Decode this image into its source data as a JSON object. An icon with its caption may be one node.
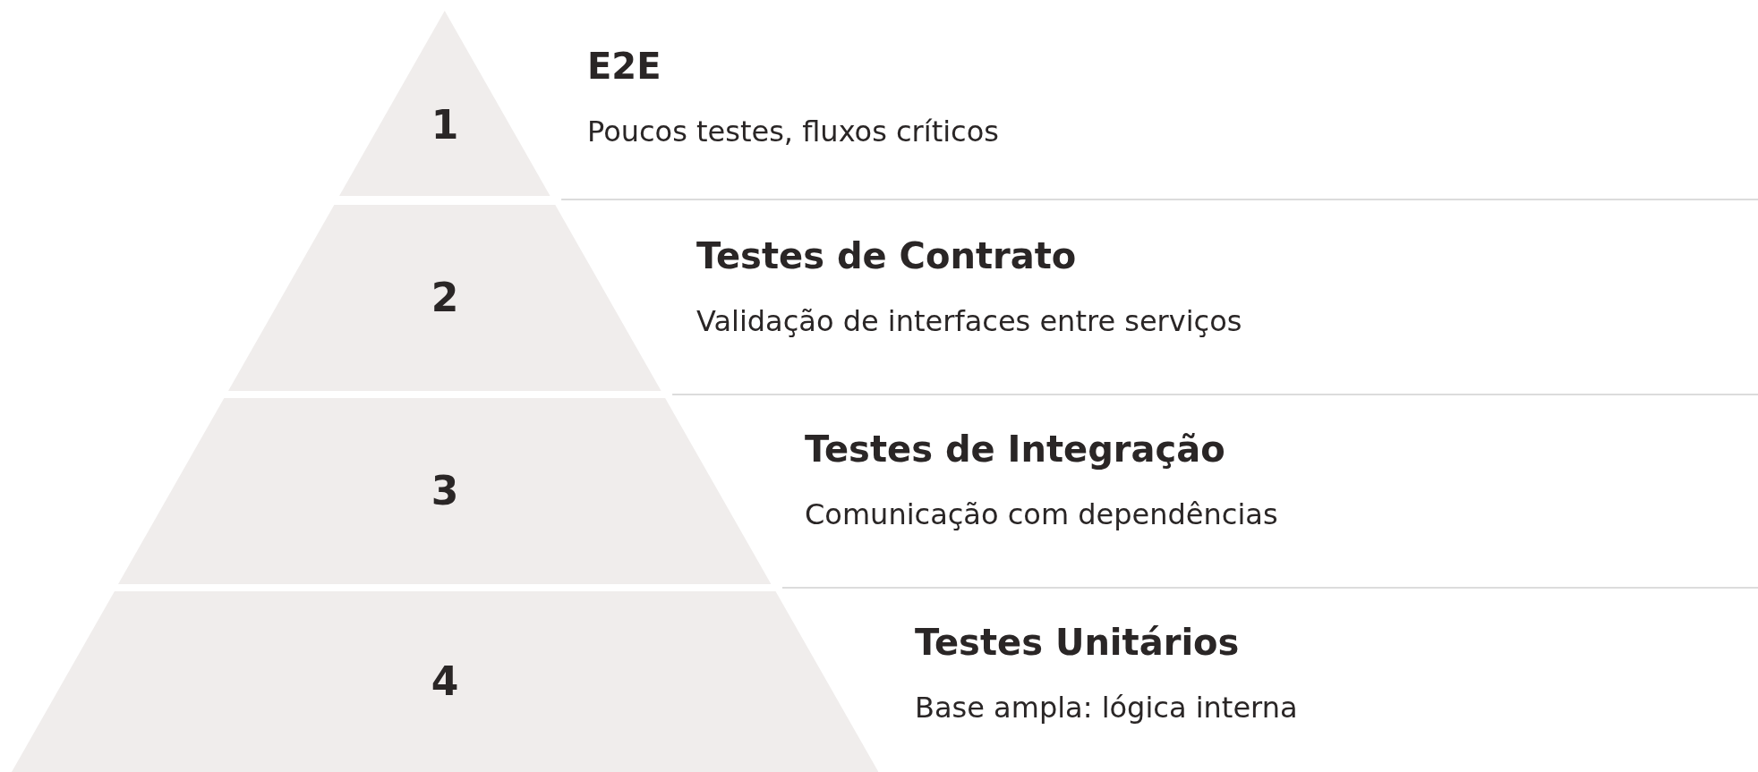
{
  "diagram": {
    "nodes": [
      {
        "text": [
          "1"
        ],
        "beside": [
          "E2E",
          "Poucos testes, fluxos críticos"
        ]
      },
      {
        "text": [
          "2"
        ],
        "beside": [
          "Testes de Contrato",
          "Validação de interfaces entre serviços"
        ]
      },
      {
        "text": [
          "3"
        ],
        "beside": [
          "Testes de Integração",
          "Comunicação com dependências"
        ]
      },
      {
        "text": [
          "4"
        ],
        "beside": [
          "Testes Unitários",
          "Base ampla: lógica interna"
        ]
      }
    ]
  }
}
